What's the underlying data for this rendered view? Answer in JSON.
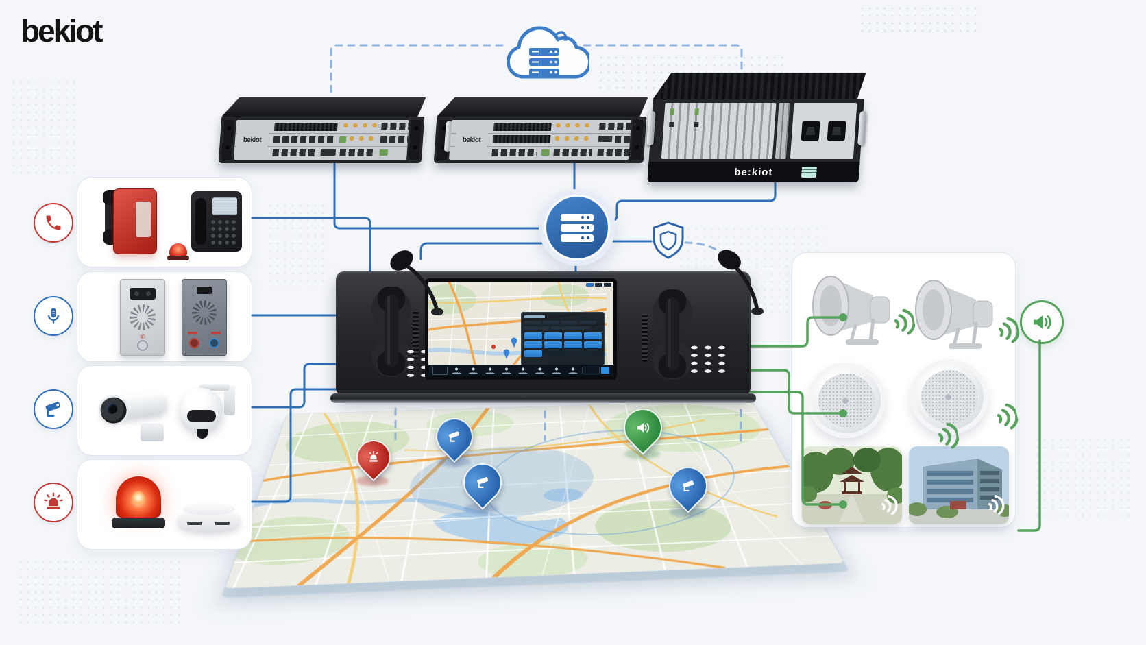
{
  "brand": {
    "logo_text": "bekiot"
  },
  "colors": {
    "background": "#f4f6f9",
    "line_blue": "#2e6fb7",
    "line_blue_dashed": "#8fb3dd",
    "line_green": "#57a35d",
    "accent_red": "#c23a34",
    "accent_blue": "#2f6db5",
    "hub_blue": "#2a5f9e"
  },
  "top": {
    "cloud_icon": "cloud-server-icon",
    "racks": [
      {
        "label": "bekiot"
      },
      {
        "label": "bekiot"
      },
      {
        "label": "be:kiot"
      }
    ]
  },
  "core": {
    "server_hub_icon": "server-stack-icon",
    "security_icon": "shield-icon",
    "console": {
      "parts": [
        "left-handset",
        "right-handset",
        "left-gooseneck-mic",
        "right-gooseneck-mic",
        "left-keypad",
        "right-keypad",
        "touchscreen-map"
      ],
      "screen_dialog_buttons": 9
    }
  },
  "left_panel": {
    "categories": [
      {
        "icon": "telephone-icon",
        "color": "#c23a34"
      },
      {
        "icon": "microphone-icon",
        "color": "#2f6db5"
      },
      {
        "icon": "cctv-camera-icon",
        "color": "#2f6db5"
      },
      {
        "icon": "alarm-beacon-icon",
        "color": "#c23a34"
      }
    ]
  },
  "right_panel": {
    "speaker_icon": "loudspeaker-icon",
    "wave_icon": "sound-wave-icon",
    "rows": [
      "horn-speakers",
      "ceiling-speakers",
      "broadcast-site-photos"
    ]
  },
  "map": {
    "pins": [
      {
        "icon": "alarm-pin",
        "color": "#b02219"
      },
      {
        "icon": "camera-pin",
        "color": "#2764ae"
      },
      {
        "icon": "camera-pin",
        "color": "#2764ae"
      },
      {
        "icon": "camera-pin",
        "color": "#2764ae"
      },
      {
        "icon": "speaker-pin",
        "color": "#2e8a3c"
      }
    ]
  }
}
